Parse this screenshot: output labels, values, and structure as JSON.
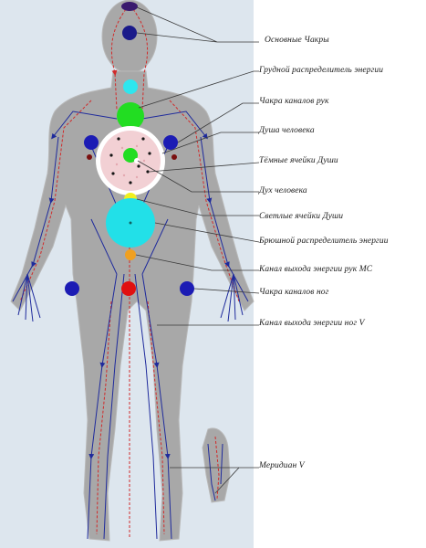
{
  "colors": {
    "background_panel": "#dde6ee",
    "body": "#a8a8a8",
    "channel_blue": "#1e2a9c",
    "channel_red": "#d12a2a",
    "chakra_crown": "#3a1a6e",
    "chakra_head": "#1a1a8a",
    "chakra_throat": "#2ee6ee",
    "chakra_heart": "#22dd22",
    "chakra_arm": "#1c1cb4",
    "soul_fill": "#f2d0d4",
    "soul_ring": "#ffffff",
    "soul_dark_cells": "#141414",
    "soul_light_cell": "#f0ef20",
    "abdominal": "#22e0e8",
    "ms_channel": "#f0a020",
    "root": "#e01010",
    "leg_chakra": "#1c1cb4"
  },
  "labels": [
    {
      "id": "osnovnye-chakry",
      "text": "Основные  Чакры"
    },
    {
      "id": "grudnoy-raspredelitel",
      "text": "Грудной  распределитель  энергии"
    },
    {
      "id": "chakra-kanalov-ruk",
      "text": "Чакра  каналов   рук"
    },
    {
      "id": "dusha-cheloveka",
      "text": "Душа  человека"
    },
    {
      "id": "temnye-yacheyki",
      "text": "Тёмные  ячейки  Души"
    },
    {
      "id": "dukh-cheloveka",
      "text": "Дух  человека"
    },
    {
      "id": "svetlye-yacheyki",
      "text": "Светлые  ячейки  Души"
    },
    {
      "id": "bryushnoy-raspredelitel",
      "text": "Брюшной  распределитель  энергии"
    },
    {
      "id": "kanal-ruk-ms",
      "text": "Канал  выхода  энергии  рук  МС"
    },
    {
      "id": "chakra-kanalov-nog",
      "text": "Чакра  каналов  ног"
    },
    {
      "id": "kanal-nog-v",
      "text": "Канал  выхода  энергии  ног  V"
    },
    {
      "id": "meridian-v",
      "text": "Меридиан  V"
    }
  ]
}
